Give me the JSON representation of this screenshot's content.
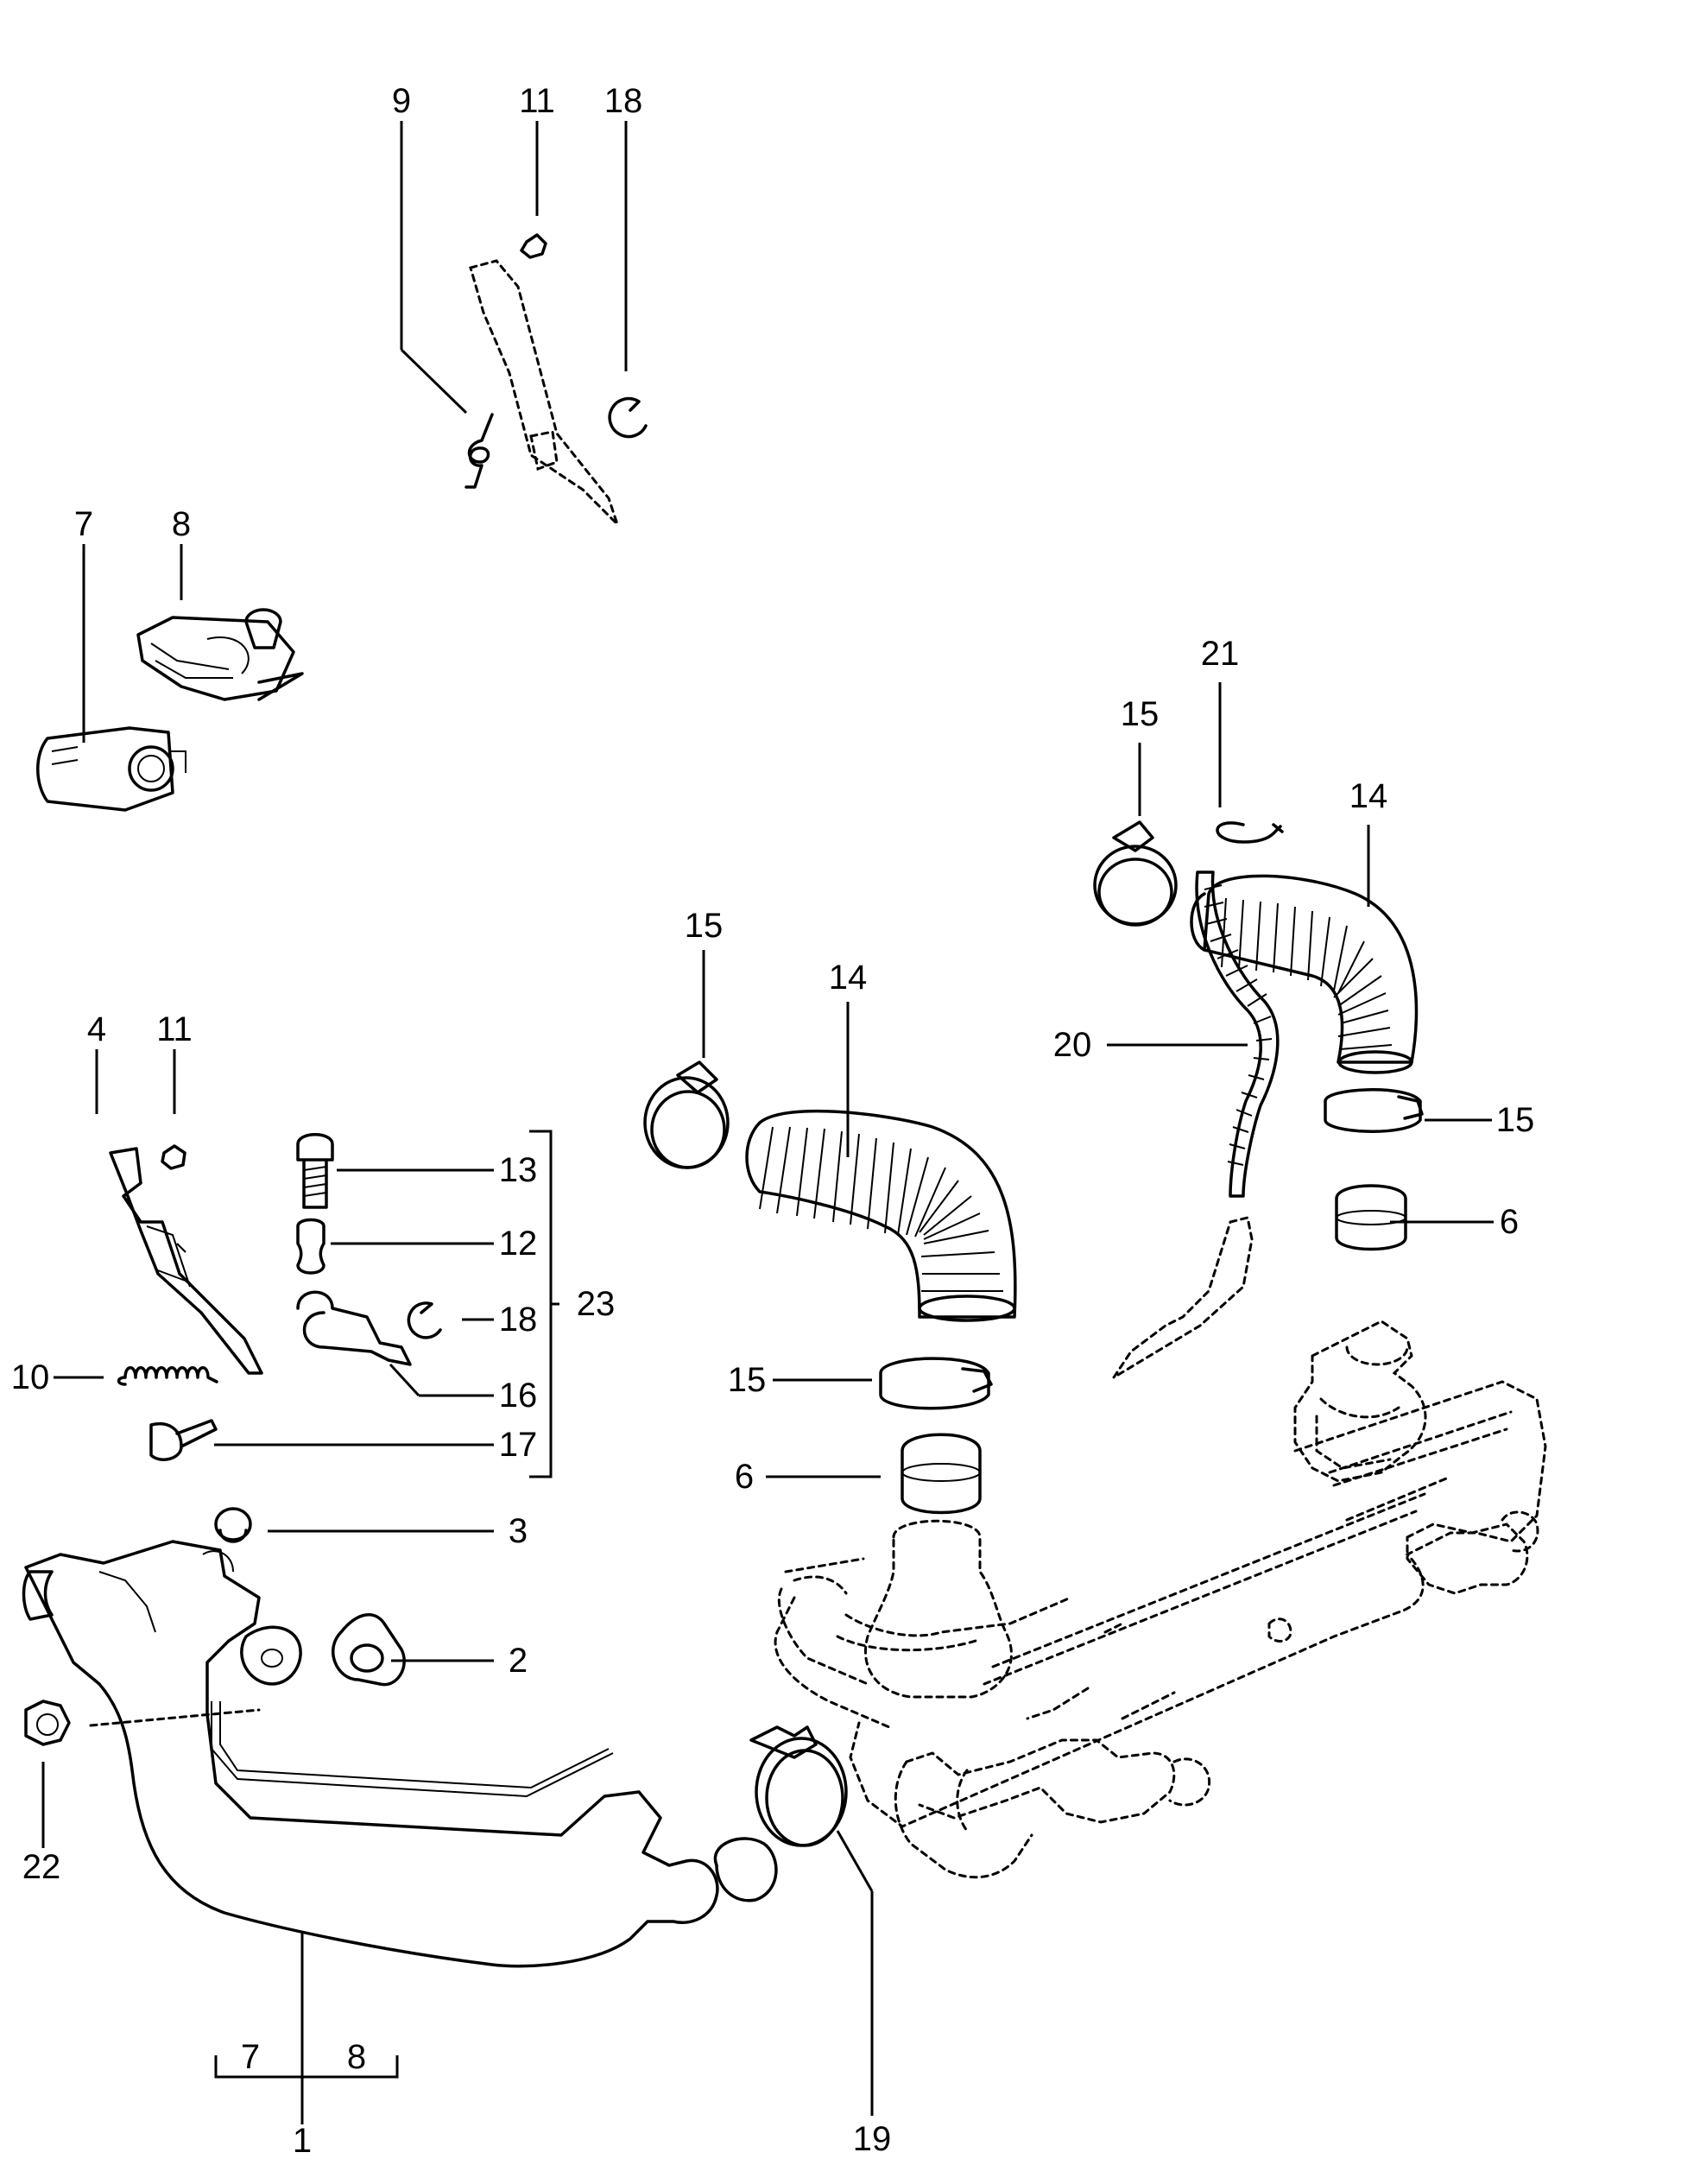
{
  "callouts": [
    {
      "id": "c9",
      "text": "9"
    },
    {
      "id": "c11a",
      "text": "11"
    },
    {
      "id": "c18a",
      "text": "18"
    },
    {
      "id": "c7a",
      "text": "7"
    },
    {
      "id": "c8a",
      "text": "8"
    },
    {
      "id": "c21",
      "text": "21"
    },
    {
      "id": "c15a",
      "text": "15"
    },
    {
      "id": "c14a",
      "text": "14"
    },
    {
      "id": "c15b",
      "text": "15"
    },
    {
      "id": "c14b",
      "text": "14"
    },
    {
      "id": "c20",
      "text": "20"
    },
    {
      "id": "c15c",
      "text": "15"
    },
    {
      "id": "c6a",
      "text": "6"
    },
    {
      "id": "c4",
      "text": "4"
    },
    {
      "id": "c11b",
      "text": "11"
    },
    {
      "id": "c13",
      "text": "13"
    },
    {
      "id": "c12",
      "text": "12"
    },
    {
      "id": "c18b",
      "text": "18"
    },
    {
      "id": "c23",
      "text": "23"
    },
    {
      "id": "c16",
      "text": "16"
    },
    {
      "id": "c10",
      "text": "10"
    },
    {
      "id": "c17",
      "text": "17"
    },
    {
      "id": "c15d",
      "text": "15"
    },
    {
      "id": "c6b",
      "text": "6"
    },
    {
      "id": "c3",
      "text": "3"
    },
    {
      "id": "c2",
      "text": "2"
    },
    {
      "id": "c22",
      "text": "22"
    },
    {
      "id": "c19",
      "text": "19"
    },
    {
      "id": "c7b",
      "text": "7"
    },
    {
      "id": "c8b",
      "text": "8"
    },
    {
      "id": "c1",
      "text": "1"
    }
  ]
}
